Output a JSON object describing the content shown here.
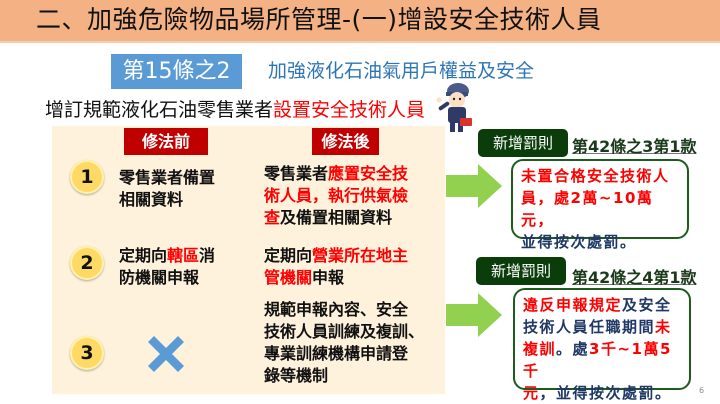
{
  "header": {
    "title": "二、加強危險物品場所管理-(一)增設安全技術人員"
  },
  "article": {
    "badge": "第15條之2",
    "title": "加強液化石油氣用戶權益及安全"
  },
  "intro": {
    "plain": "增訂規範液化石油零售業者",
    "highlight": "設置安全技術人員"
  },
  "table": {
    "header_before": "修法前",
    "header_after": "修法後",
    "rows": [
      {
        "num": "1",
        "before": [
          {
            "t": "零售業者備置",
            "c": ""
          },
          {
            "t": "相關資料",
            "c": ""
          }
        ],
        "after": [
          [
            {
              "t": "零售業者",
              "c": ""
            },
            {
              "t": "應置安全技",
              "c": "red"
            }
          ],
          [
            {
              "t": "術人員，執行供氣檢",
              "c": "red"
            }
          ],
          [
            {
              "t": "查",
              "c": "red"
            },
            {
              "t": "及備置相關資料",
              "c": ""
            }
          ]
        ]
      },
      {
        "num": "2",
        "before": [
          [
            {
              "t": "定期向",
              "c": ""
            },
            {
              "t": "轄區",
              "c": "red"
            },
            {
              "t": "消",
              "c": ""
            }
          ],
          [
            {
              "t": "防機關申報",
              "c": ""
            }
          ]
        ],
        "after": [
          [
            {
              "t": "定期向",
              "c": ""
            },
            {
              "t": "營業所在地主",
              "c": "red"
            }
          ],
          [
            {
              "t": "管機關",
              "c": "red"
            },
            {
              "t": "申報",
              "c": ""
            }
          ]
        ]
      },
      {
        "num": "3",
        "before_icon": "blue-cross-icon",
        "after_lines": [
          "規範申報內容、安全",
          "技術人員訓練及複訓、",
          "專業訓練機構申請登",
          "錄等機制"
        ]
      }
    ]
  },
  "penalties": [
    {
      "tag": "新增罰則",
      "ref": "第42條之3第1款",
      "lines": [
        [
          {
            "t": "未置合格安全技術人",
            "c": "red"
          }
        ],
        [
          {
            "t": "員，處2萬~10萬元，",
            "c": "red"
          }
        ],
        [
          {
            "t": "並得按次處罰。",
            "c": "navy"
          }
        ]
      ]
    },
    {
      "tag": "新增罰則",
      "ref": "第42條之4第1款",
      "lines": [
        [
          {
            "t": "違反申報規定",
            "c": "red"
          },
          {
            "t": "及安全",
            "c": "navy"
          }
        ],
        [
          {
            "t": "技術人員任職期間",
            "c": "navy"
          },
          {
            "t": "未",
            "c": "red"
          }
        ],
        [
          {
            "t": "複訓",
            "c": "red"
          },
          {
            "t": "。處",
            "c": "navy"
          },
          {
            "t": "3千~1萬5千",
            "c": "red"
          }
        ],
        [
          {
            "t": "元",
            "c": "red"
          },
          {
            "t": "，並得按次處罰。",
            "c": "navy"
          }
        ]
      ]
    }
  ],
  "page_number": "6",
  "colors": {
    "title_bar": "#f4b183",
    "badge": "#5b9bd5",
    "panel": "#fff2dc",
    "header_label": "#c00000",
    "highlight_red": "#ff0000",
    "arrow_green": "#92d050",
    "tag_green": "#0b3d0b",
    "number_circle": "#ffd966"
  }
}
